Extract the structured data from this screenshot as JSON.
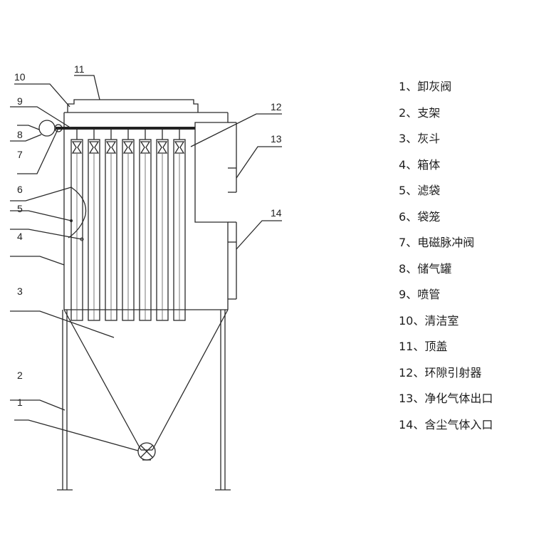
{
  "legend": [
    {
      "number": "1",
      "sep": "、",
      "name": "卸灰阀"
    },
    {
      "number": "2",
      "sep": "、",
      "name": "支架"
    },
    {
      "number": "3",
      "sep": "、",
      "name": "灰斗"
    },
    {
      "number": "4",
      "sep": "、",
      "name": "箱体"
    },
    {
      "number": "5",
      "sep": "、",
      "name": "滤袋"
    },
    {
      "number": "6",
      "sep": "、",
      "name": "袋笼"
    },
    {
      "number": "7",
      "sep": "、",
      "name": "电磁脉冲阀"
    },
    {
      "number": "8",
      "sep": "、",
      "name": "储气罐"
    },
    {
      "number": "9",
      "sep": "、",
      "name": "喷管"
    },
    {
      "number": "10",
      "sep": "、",
      "name": "清洁室"
    },
    {
      "number": "11",
      "sep": "、",
      "name": "顶盖"
    },
    {
      "number": "12",
      "sep": "、",
      "name": "环隙引射器"
    },
    {
      "number": "13",
      "sep": "、",
      "name": "净化气体出口"
    },
    {
      "number": "14",
      "sep": "、",
      "name": "含尘气体入口"
    }
  ],
  "callouts": [
    "1",
    "2",
    "3",
    "4",
    "5",
    "6",
    "7",
    "8",
    "9",
    "10",
    "11",
    "12",
    "13",
    "14"
  ],
  "colors": {
    "line": "#2a2a2a",
    "text": "#1e1e1e",
    "background": "#ffffff"
  }
}
